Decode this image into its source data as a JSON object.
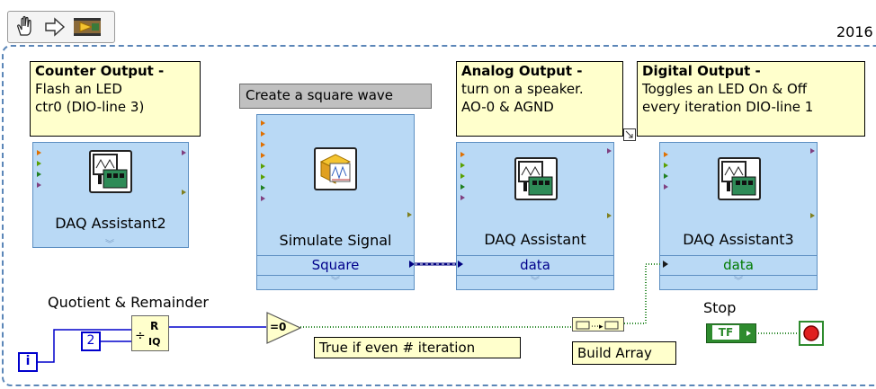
{
  "toolbar": {
    "icons": [
      "hand-icon",
      "arrow-right-icon",
      "filmstrip-icon"
    ]
  },
  "loop": {
    "year_label": "2016"
  },
  "comments": {
    "counter": {
      "title": "Counter Output -",
      "lines": [
        "Flash an LED",
        "ctr0 (DIO-line 3)"
      ]
    },
    "square": {
      "text": "Create a square wave"
    },
    "analog": {
      "title": "Analog Output -",
      "lines": [
        "turn on a speaker.",
        "AO-0 & AGND"
      ]
    },
    "digital": {
      "title": "Digital Output -",
      "lines": [
        "Toggles an LED On & Off",
        "every iteration DIO-line 1"
      ]
    },
    "even": {
      "text": "True if even # iteration"
    }
  },
  "express_vis": {
    "daq2": {
      "title": "DAQ Assistant2"
    },
    "simulate": {
      "title": "Simulate Signal",
      "output": "Square"
    },
    "daq": {
      "title": "DAQ Assistant",
      "input": "data"
    },
    "daq3": {
      "title": "DAQ Assistant3",
      "input": "data"
    }
  },
  "functions": {
    "quotient_label": "Quotient & Remainder",
    "qr_symbol": "R\nIQ",
    "iteration": "i",
    "constant": "2",
    "compare": "=0",
    "build_array_label": "Build Array",
    "stop_label": "Stop",
    "stop_bool": "TF"
  },
  "colors": {
    "loop_border": "#5b86b8",
    "comment_bg": "#ffffcc",
    "express_bg": "#b9d9f5",
    "wire_blue": "#0000cc",
    "wire_green": "#2e8b2e",
    "wire_dynamic": "#000080",
    "stop_red": "#e02020"
  }
}
